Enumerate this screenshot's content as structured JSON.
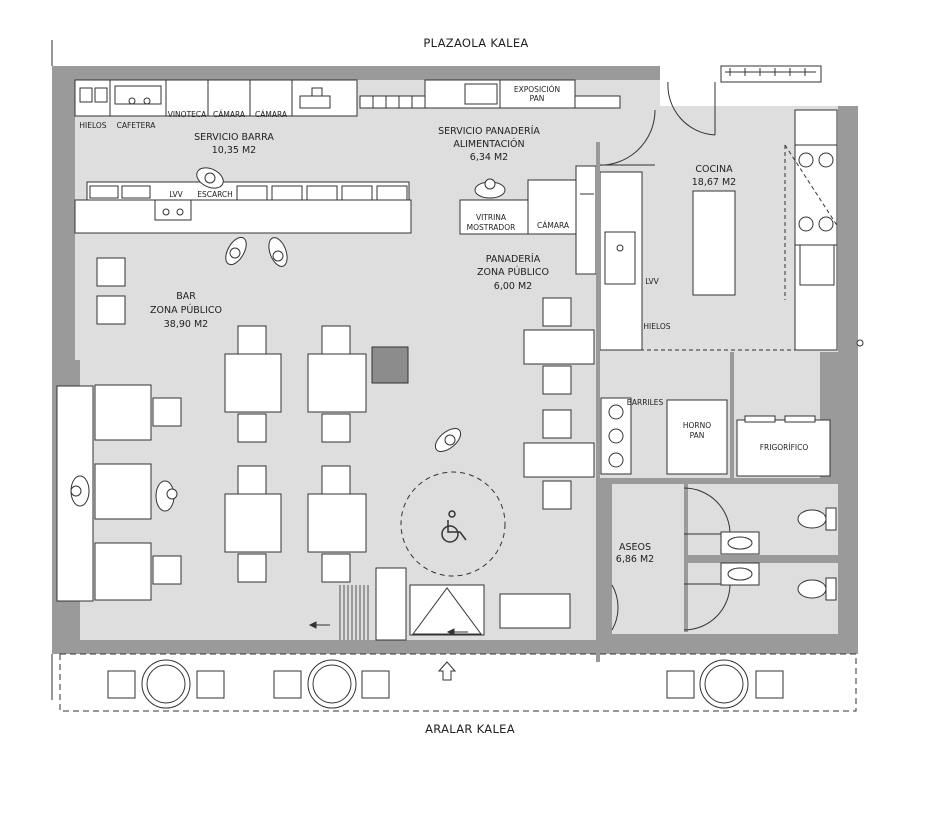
{
  "streets": {
    "top": "PLAZAOLA KALEA",
    "bottom": "ARALAR KALEA"
  },
  "rooms": {
    "servicio_barra": {
      "name": "SERVICIO BARRA",
      "area": "10,35 M2"
    },
    "servicio_panaderia": {
      "name_line1": "SERVICIO PANADERÍA",
      "name_line2": "ALIMENTACIÓN",
      "area": "6,34 M2"
    },
    "cocina": {
      "name": "COCINA",
      "area": "18,67 M2"
    },
    "panaderia_zona_publico": {
      "name_line1": "PANADERÍA",
      "name_line2": "ZONA PÚBLICO",
      "area": "6,00 M2"
    },
    "bar_zona_publico": {
      "name_line1": "BAR",
      "name_line2": "ZONA PÚBLICO",
      "area": "38,90 M2"
    },
    "aseos": {
      "name": "ASEOS",
      "area": "6,86 M2"
    }
  },
  "equipment": {
    "hielos_bar": "HIELOS",
    "cafetera": "CAFETERA",
    "vinoteca": "VINOTECA",
    "camara_1": "CÁMARA",
    "camara_2": "CÁMARA",
    "exposicion_line1": "EXPOSICIÓN",
    "exposicion_line2": "PAN",
    "lvv_bar": "LVV",
    "escarch": "ESCARCH",
    "vitrina_line1": "VITRINA",
    "vitrina_line2": "MOSTRADOR",
    "camara_panaderia": "CÁMARA",
    "lvv_cocina": "LVV",
    "hielos_cocina": "HIELOS",
    "barriles": "BARRILES",
    "horno_line1": "HORNO",
    "horno_line2": "PAN",
    "frigorifico": "FRIGORÍFICO"
  },
  "colors": {
    "floor": "#dedede",
    "wall": "#9a9a9a",
    "line": "#333333",
    "dark_block": "#8c8c8c"
  }
}
